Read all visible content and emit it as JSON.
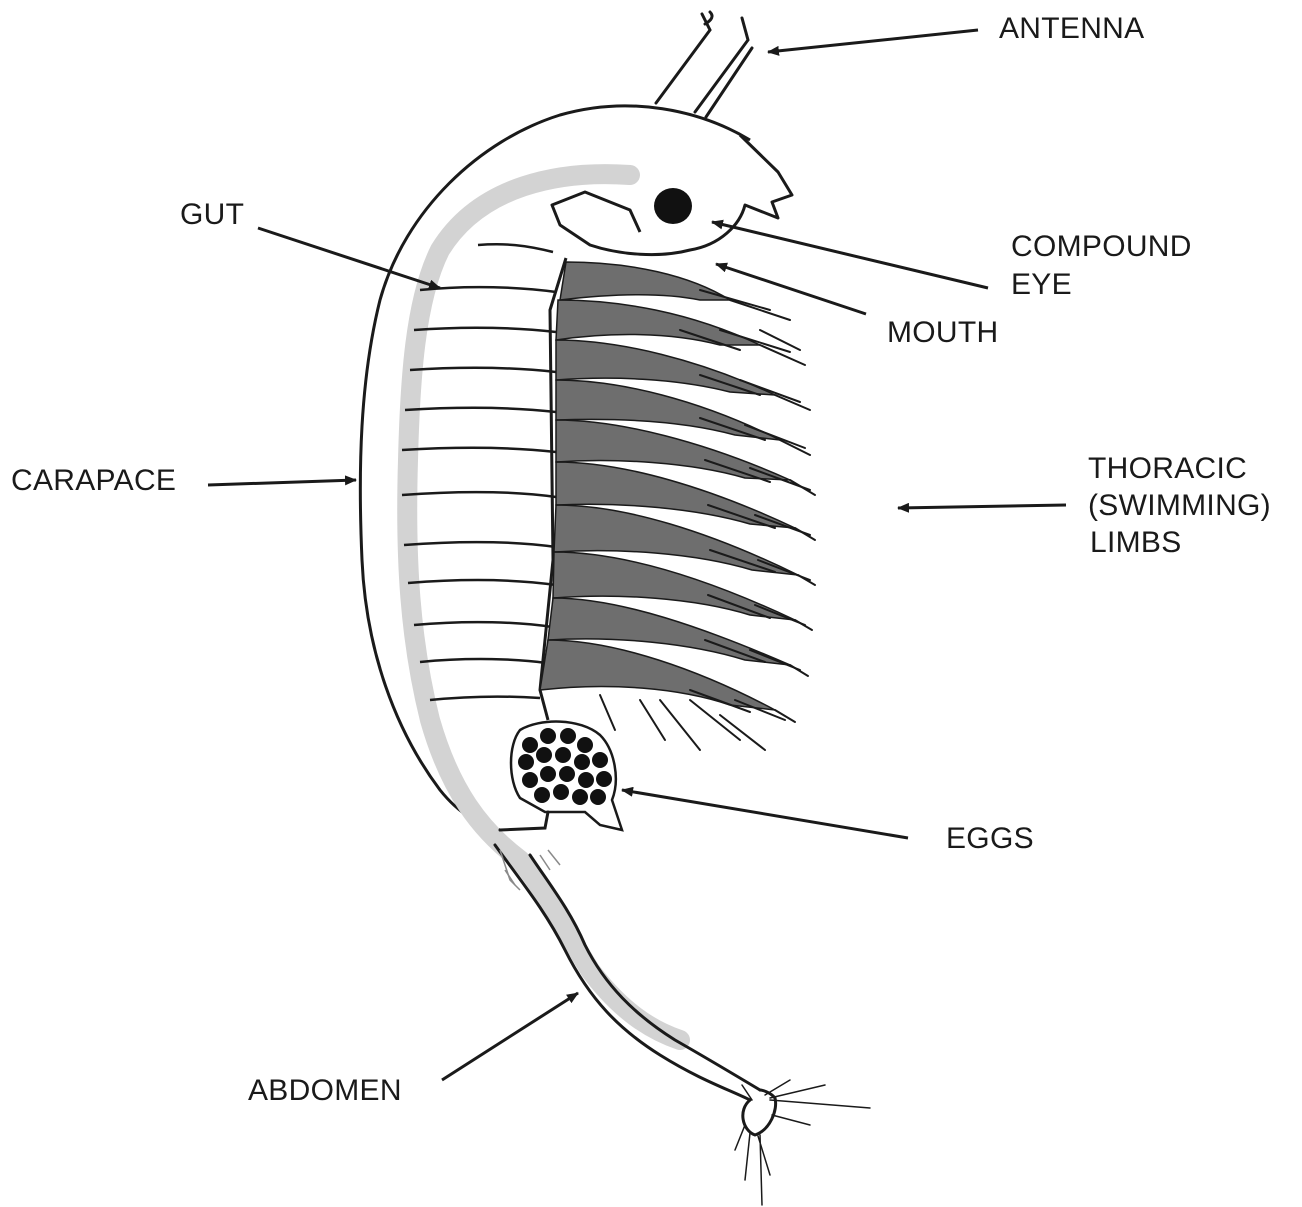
{
  "labels": {
    "antenna": "ANTENNA",
    "gut": "GUT",
    "compound_eye_line1": "COMPOUND",
    "compound_eye_line2": "EYE",
    "mouth": "MOUTH",
    "carapace": "CARAPACE",
    "thoracic_line1": "THORACIC",
    "thoracic_line2": "(SWIMMING)",
    "thoracic_line3": "LIMBS",
    "eggs": "EGGS",
    "abdomen": "ABDOMEN"
  },
  "colors": {
    "outline": "#1a1a1a",
    "gut": "#d3d3d3",
    "limbs": "#6e6e6e",
    "eggs": "#111111",
    "background": "#ffffff"
  }
}
